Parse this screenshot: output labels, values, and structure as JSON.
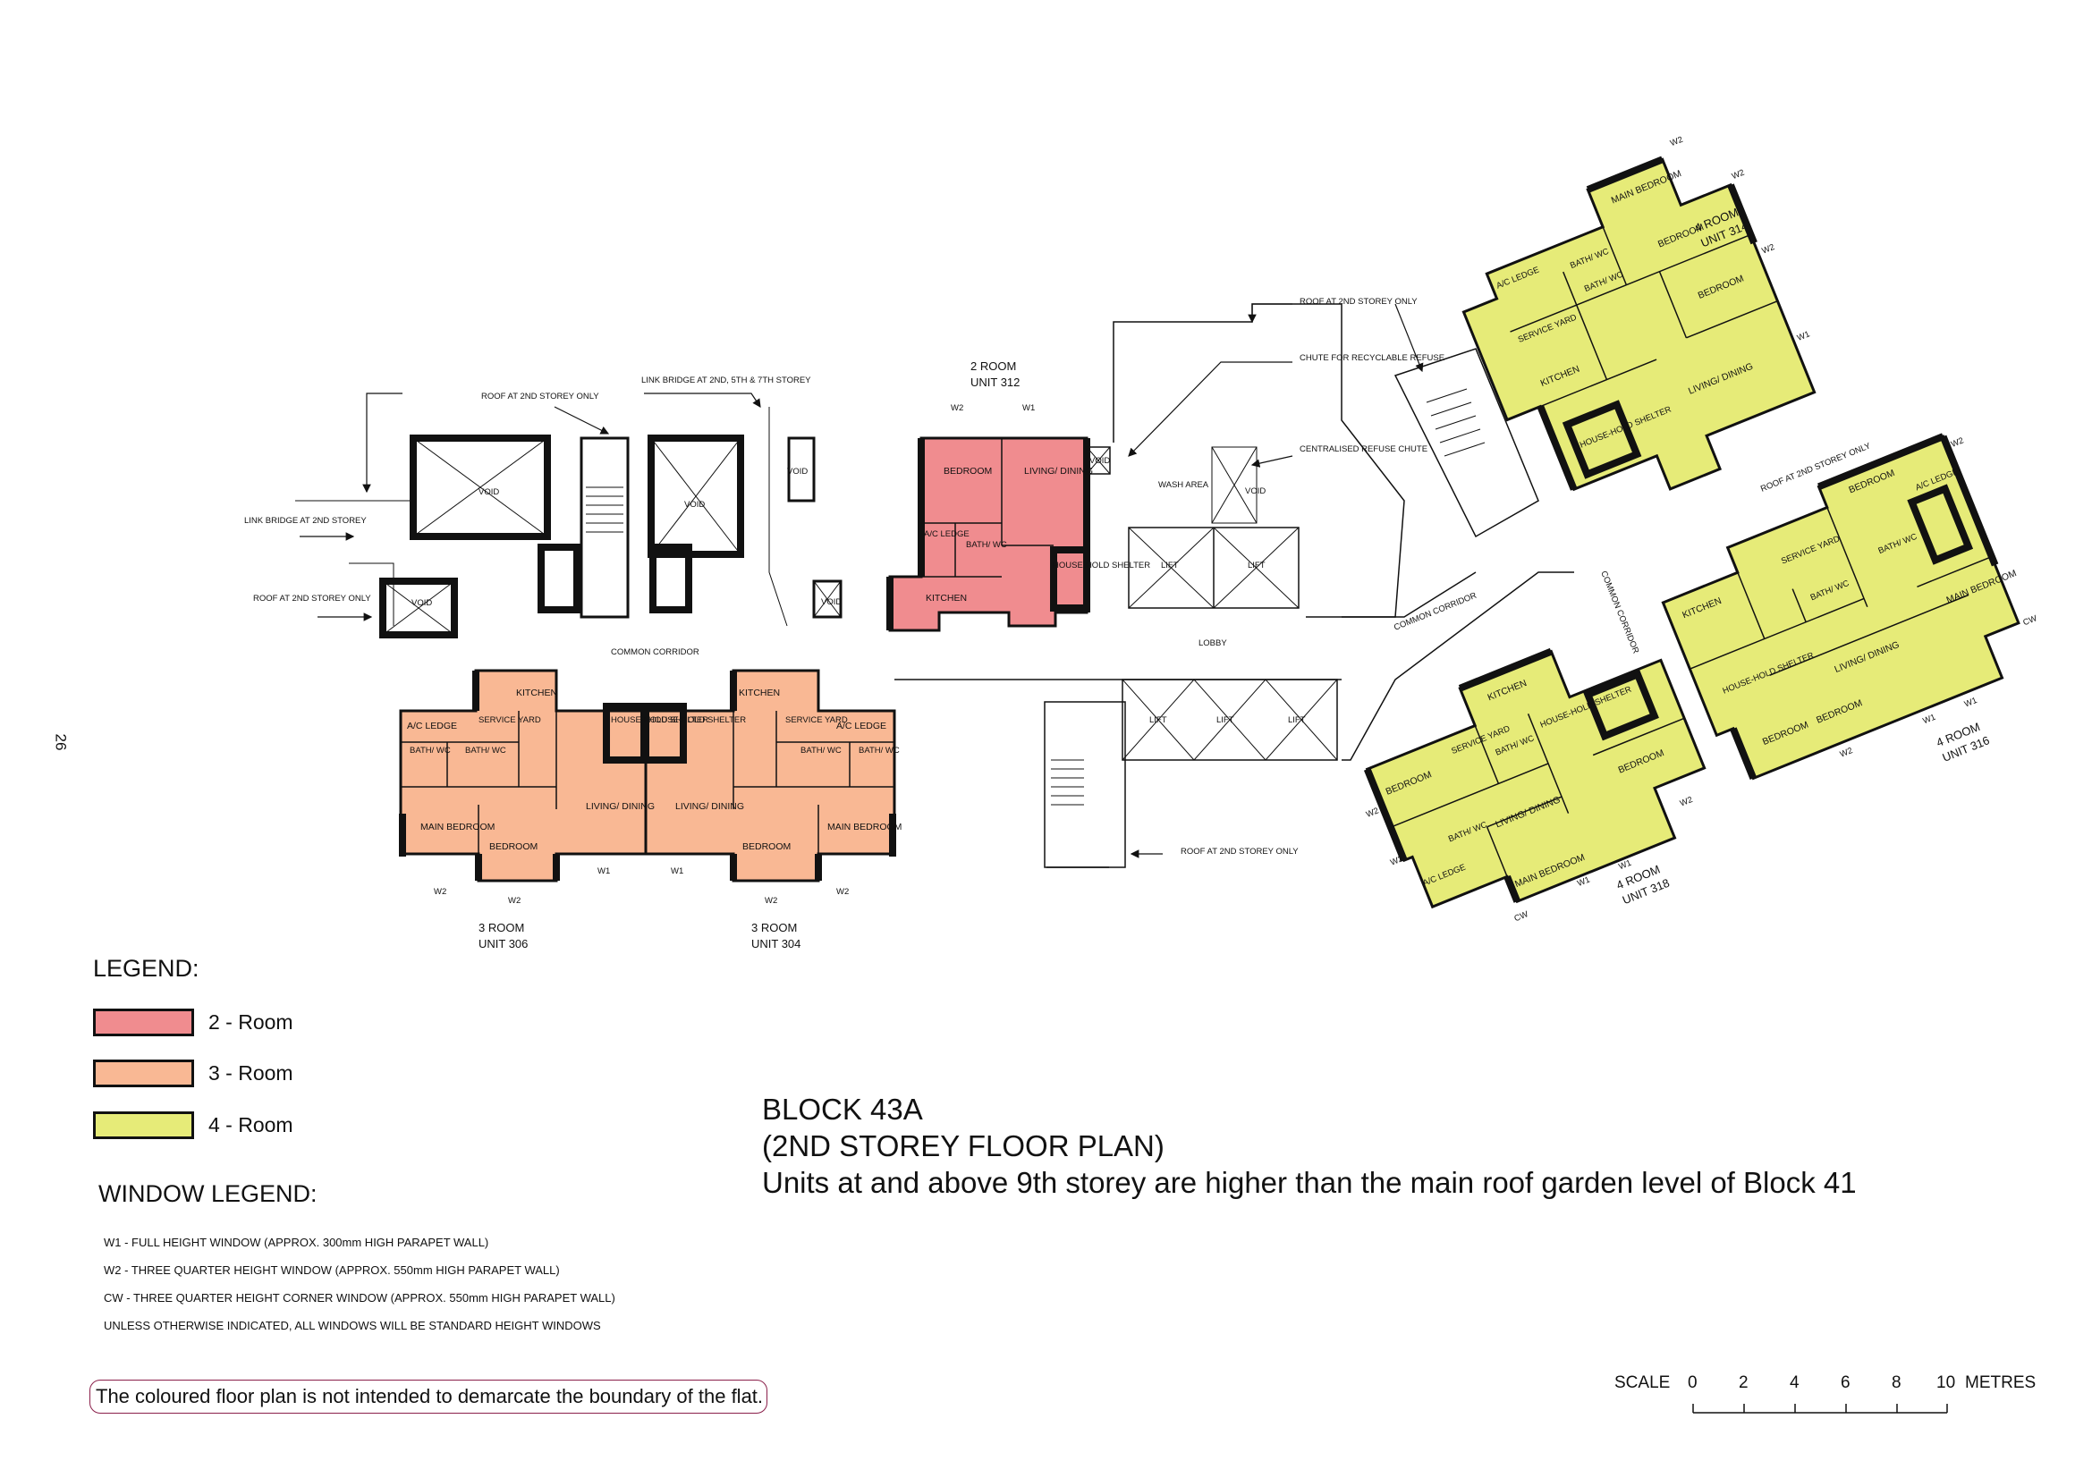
{
  "page_number": "26",
  "title": {
    "block": "BLOCK 43A",
    "storey": "(2ND STOREY FLOOR PLAN)",
    "note": "Units at and above 9th storey are higher than the main roof garden level of Block 41"
  },
  "legend": {
    "title": "LEGEND:",
    "items": [
      {
        "label": "2 - Room",
        "color": "#F08C8F"
      },
      {
        "label": "3 - Room",
        "color": "#F9B894"
      },
      {
        "label": "4 - Room",
        "color": "#E6EB78"
      }
    ]
  },
  "window_legend": {
    "title": "WINDOW LEGEND:",
    "lines": [
      "W1 - FULL HEIGHT WINDOW (APPROX. 300mm HIGH PARAPET WALL)",
      "W2 - THREE QUARTER HEIGHT WINDOW (APPROX. 550mm HIGH PARAPET WALL)",
      "CW - THREE QUARTER HEIGHT CORNER WINDOW (APPROX. 550mm HIGH PARAPET WALL)",
      "UNLESS OTHERWISE INDICATED, ALL WINDOWS WILL BE STANDARD HEIGHT WINDOWS"
    ]
  },
  "disclaimer": "The coloured floor plan is not intended to demarcate the boundary of the flat.",
  "scale": {
    "label": "SCALE",
    "ticks": [
      "0",
      "2",
      "4",
      "6",
      "8",
      "10"
    ],
    "unit": "METRES"
  },
  "annotations": {
    "roof_2nd_a": "ROOF AT 2ND STOREY ONLY",
    "link_bridge_257": "LINK BRIDGE AT 2ND, 5TH & 7TH STOREY",
    "link_bridge_2": "LINK BRIDGE AT 2ND STOREY",
    "roof_2nd_b": "ROOF AT 2ND STOREY ONLY",
    "roof_2nd_c": "ROOF AT 2ND STOREY ONLY",
    "chute_recyclable": "CHUTE FOR RECYCLABLE REFUSE",
    "centralised_chute": "CENTRALISED REFUSE CHUTE",
    "roof_2nd_d": "ROOF AT 2ND STOREY ONLY",
    "roof_2nd_e": "ROOF AT 2ND STOREY ONLY"
  },
  "spaces": {
    "void": "VOID",
    "lift": "LIFT",
    "wash_area": "WASH AREA",
    "lobby": "LOBBY",
    "common_corridor": "COMMON CORRIDOR",
    "common_corridor_b": "COMMON CORRIDOR"
  },
  "units": {
    "u312": {
      "type": "2 ROOM",
      "unit": "UNIT 312",
      "rooms": [
        "BEDROOM",
        "LIVING/ DINING",
        "KITCHEN",
        "BATH/ WC",
        "HOUSE-HOLD SHELTER",
        "A/C LEDGE"
      ],
      "windows": [
        "W2",
        "W1"
      ]
    },
    "u306": {
      "type": "3 ROOM",
      "unit": "UNIT 306",
      "rooms": [
        "KITCHEN",
        "SERVICE YARD",
        "A/C LEDGE",
        "BATH/ WC",
        "BATH/ WC",
        "MAIN BEDROOM",
        "BEDROOM",
        "LIVING/ DINING",
        "HOUSE-HOLD SHELTER"
      ],
      "windows": [
        "W2",
        "W2",
        "W1"
      ]
    },
    "u304": {
      "type": "3 ROOM",
      "unit": "UNIT 304",
      "rooms": [
        "KITCHEN",
        "SERVICE YARD",
        "A/C LEDGE",
        "BATH/ WC",
        "BATH/ WC",
        "MAIN BEDROOM",
        "BEDROOM",
        "LIVING/ DINING",
        "HOUSE-HOLD SHELTER"
      ],
      "windows": [
        "W1",
        "W2",
        "W2"
      ]
    },
    "u314": {
      "type": "4 ROOM",
      "unit": "UNIT 314",
      "rooms": [
        "MAIN BEDROOM",
        "BEDROOM",
        "BEDROOM",
        "SERVICE YARD",
        "KITCHEN",
        "LIVING/ DINING",
        "HOUSE-HOLD SHELTER",
        "BATH/ WC",
        "BATH/ WC",
        "A/C LEDGE"
      ],
      "windows": [
        "W2",
        "W2",
        "W2",
        "W1"
      ]
    },
    "u316": {
      "type": "4 ROOM",
      "unit": "UNIT 316",
      "rooms": [
        "BEDROOM",
        "SERVICE YARD",
        "KITCHEN",
        "BATH/ WC",
        "BATH/ WC",
        "A/C LEDGE",
        "MAIN BEDROOM",
        "LIVING/ DINING",
        "HOUSE-HOLD SHELTER",
        "BEDROOM",
        "BEDROOM"
      ],
      "windows": [
        "W2",
        "CW",
        "W1",
        "W1",
        "W2"
      ]
    },
    "u318": {
      "type": "4 ROOM",
      "unit": "UNIT 318",
      "rooms": [
        "BEDROOM",
        "SERVICE YARD",
        "KITCHEN",
        "BATH/ WC",
        "LIVING/ DINING",
        "HOUSE-HOLD SHELTER",
        "BEDROOM",
        "MAIN BEDROOM",
        "A/C LEDGE",
        "BATH/ WC"
      ],
      "windows": [
        "W2",
        "W2",
        "W1",
        "W1",
        "CW",
        "W2"
      ]
    }
  }
}
